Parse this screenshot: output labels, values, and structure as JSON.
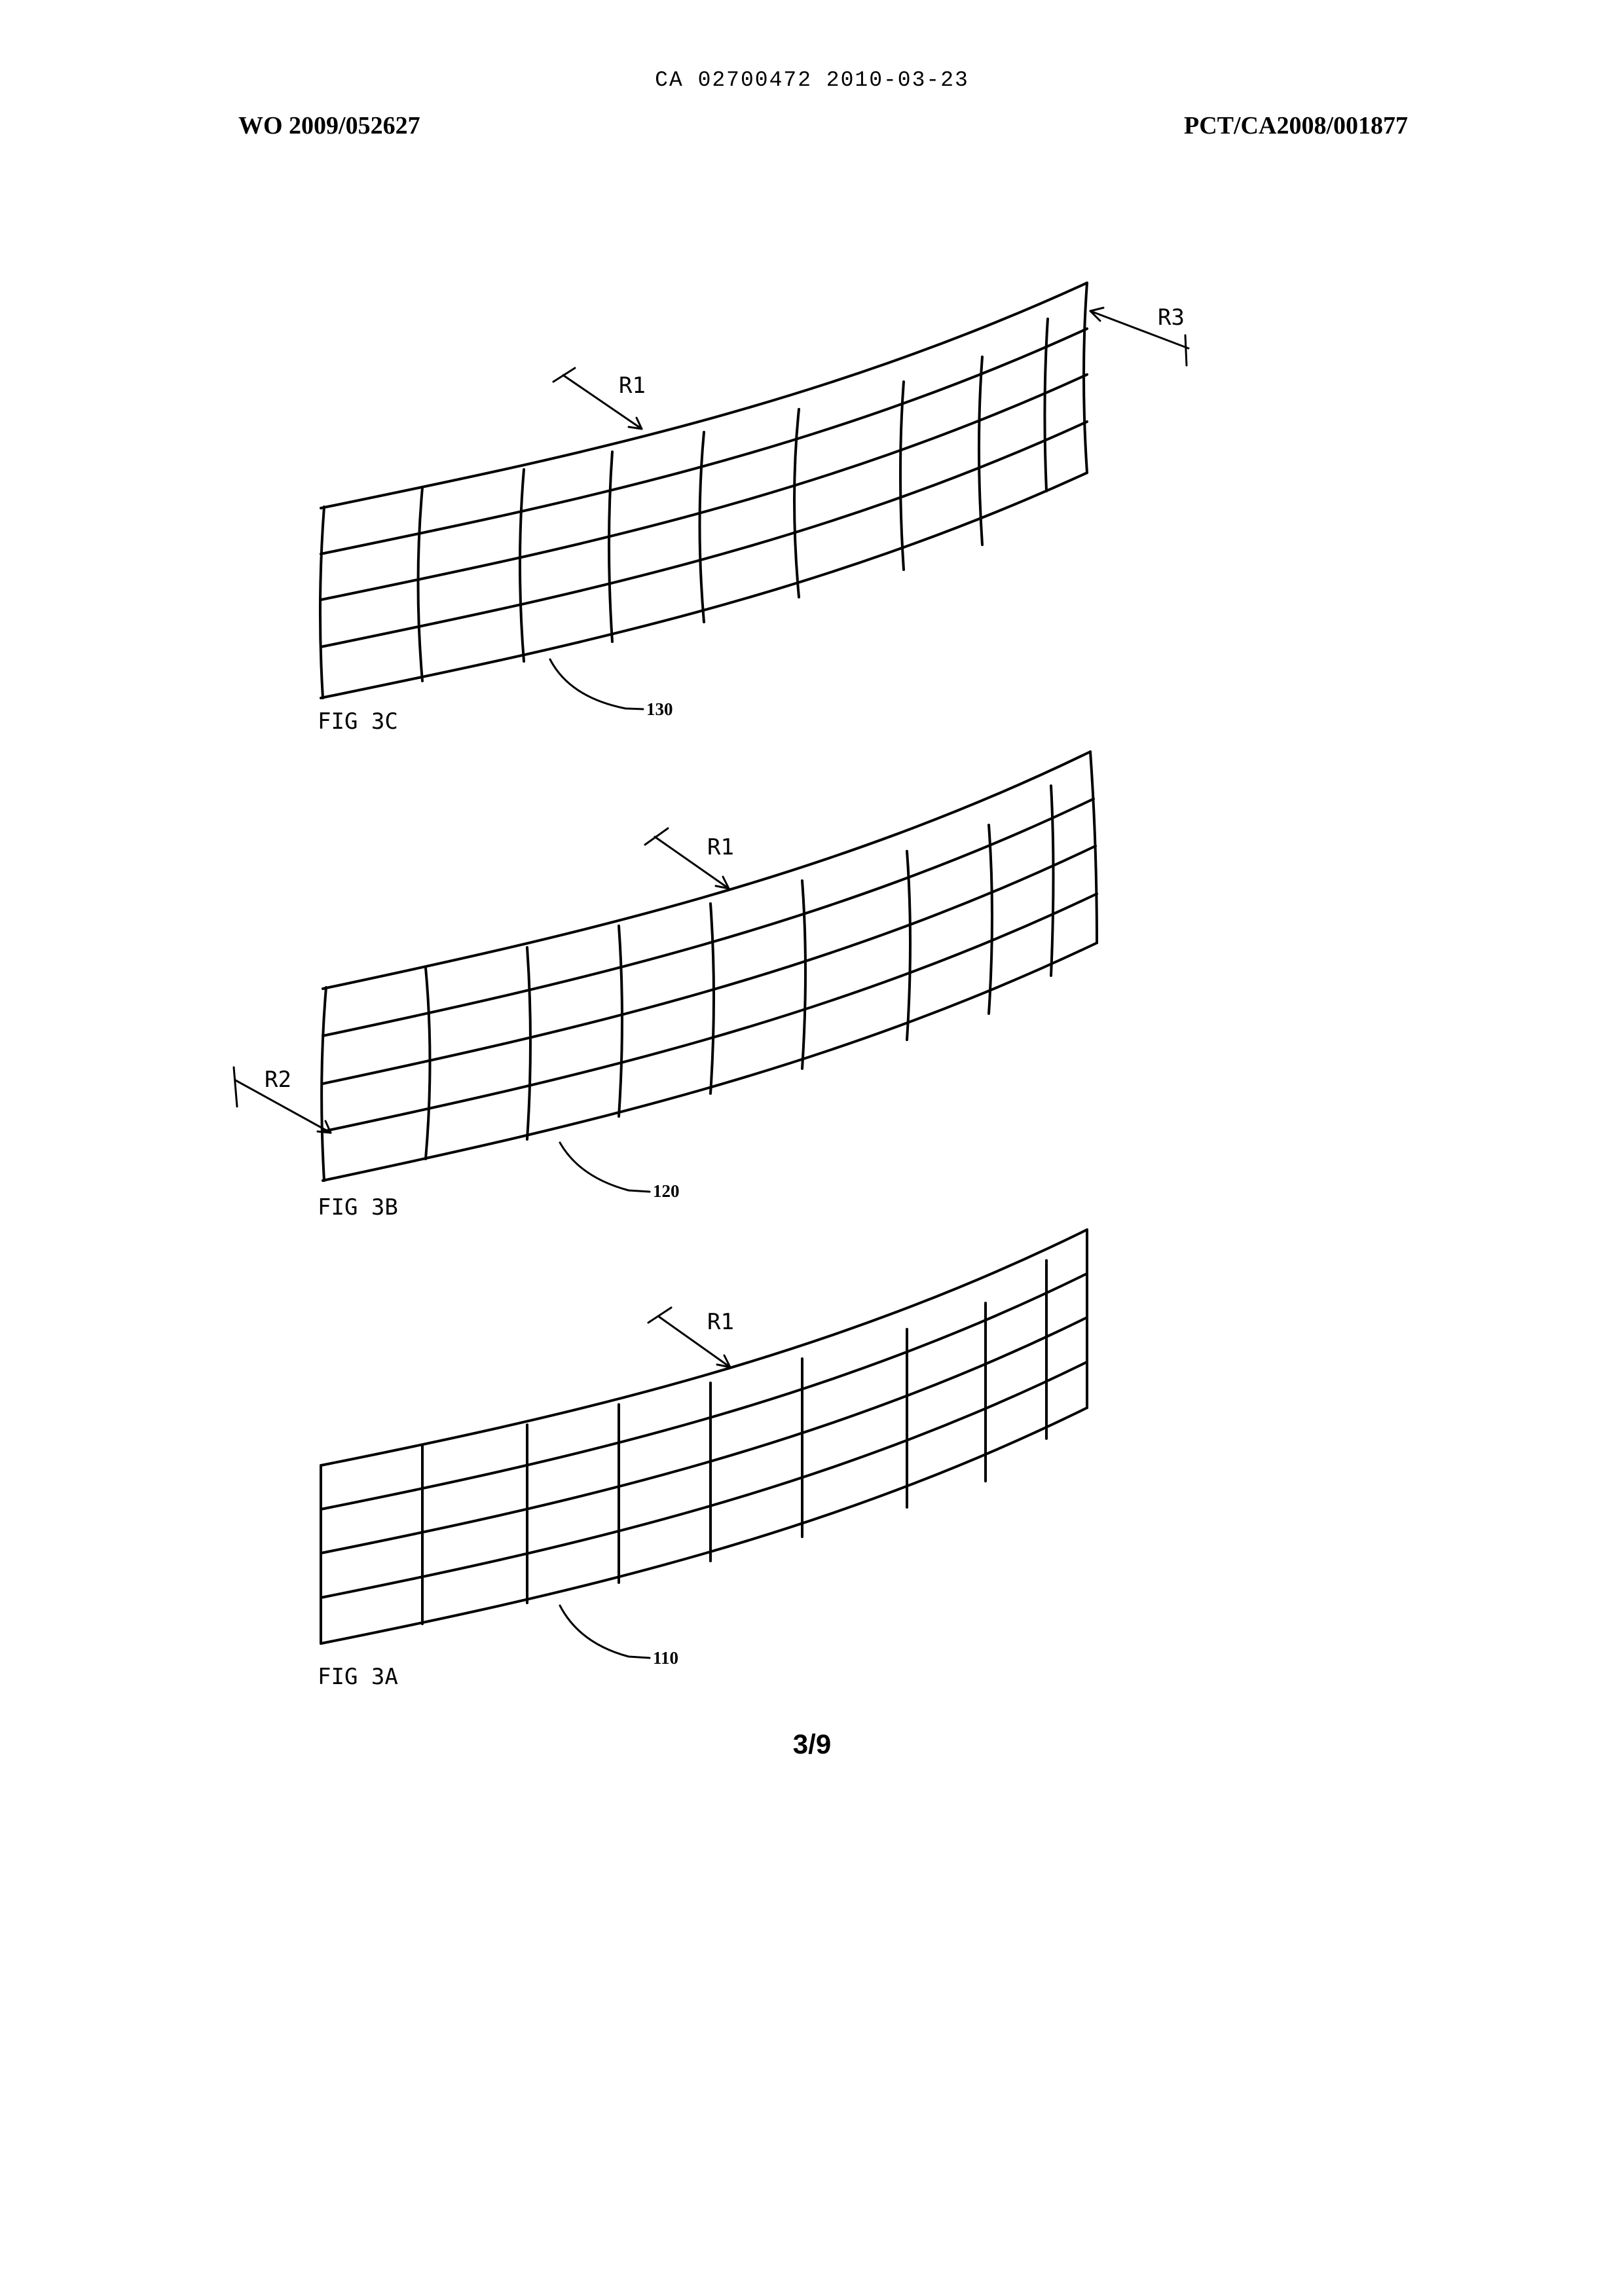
{
  "header": {
    "ca_number": "CA 02700472 2010-03-23",
    "wo_number": "WO 2009/052627",
    "pct_number": "PCT/CA2008/001877"
  },
  "figures": {
    "fig3c": {
      "caption": "FIG 3C",
      "ref_numeral": "130",
      "radius_labels": [
        "R1",
        "R3"
      ]
    },
    "fig3b": {
      "caption": "FIG 3B",
      "ref_numeral": "120",
      "radius_labels": [
        "R1",
        "R2"
      ]
    },
    "fig3a": {
      "caption": "FIG 3A",
      "ref_numeral": "110",
      "radius_labels": [
        "R1"
      ]
    }
  },
  "footer": {
    "sheet_number": "3/9"
  }
}
